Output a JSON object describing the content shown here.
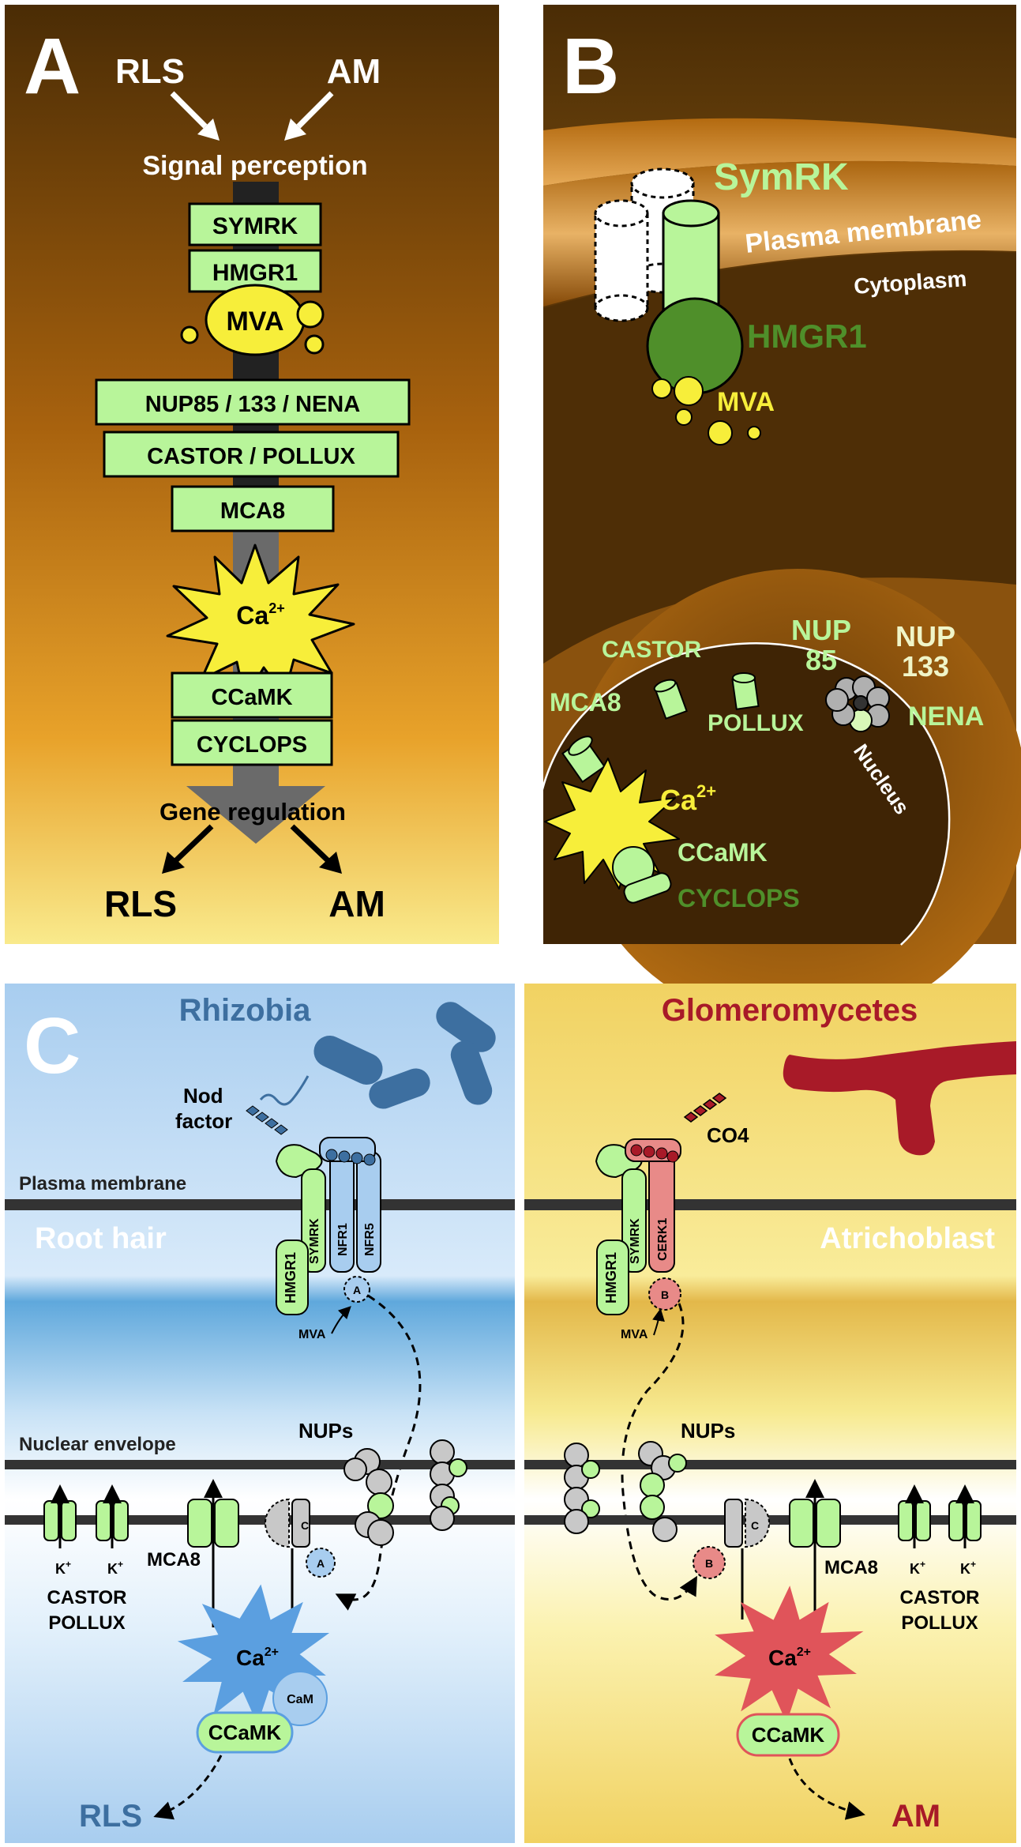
{
  "panelA": {
    "letter": "A",
    "input_left": "RLS",
    "input_right": "AM",
    "perception": "Signal perception",
    "boxes": [
      "SYMRK",
      "HMGR1"
    ],
    "mva": "MVA",
    "boxes2": [
      "NUP85 / 133 / NENA",
      "CASTOR / POLLUX",
      "MCA8"
    ],
    "ca": "Ca",
    "ca_sup": "2+",
    "boxes3": [
      "CCaMK",
      "CYCLOPS"
    ],
    "gene": "Gene regulation",
    "out_left": "RLS",
    "out_right": "AM"
  },
  "panelB": {
    "letter": "B",
    "symrk": "SymRK",
    "plasma": "Plasma membrane",
    "cytoplasm": "Cytoplasm",
    "hmgr1": "HMGR1",
    "mva": "MVA",
    "castor": "CASTOR",
    "nup85_a": "NUP",
    "nup85_b": "85",
    "nup133_a": "NUP",
    "nup133_b": "133",
    "mca8": "MCA8",
    "pollux": "POLLUX",
    "nena": "NENA",
    "nucleus": "Nucleus",
    "ca": "Ca",
    "ca_sup": "2+",
    "ccamk": "CCaMK",
    "cyclops": "CYCLOPS"
  },
  "panelC": {
    "letter": "C",
    "left": {
      "title": "Rhizobia",
      "nod1": "Nod",
      "nod2": "factor",
      "plasma": "Plasma membrane",
      "root": "Root hair",
      "hmgr1": "HMGR1",
      "symrk": "SYMRK",
      "nfr1": "NFR1",
      "nfr5": "NFR5",
      "a": "A",
      "mva": "MVA",
      "nuclear": "Nuclear envelope",
      "nups": "NUPs",
      "c": "C",
      "a2": "A",
      "mca8": "MCA8",
      "k1": "K",
      "k2": "K",
      "kplus": "+",
      "castor": "CASTOR",
      "pollux": "POLLUX",
      "ca": "Ca",
      "ca_sup": "2+",
      "cam": "CaM",
      "ccamk": "CCaMK",
      "out": "RLS"
    },
    "right": {
      "title": "Glomeromycetes",
      "co4": "CO4",
      "atricho": "Atrichoblast",
      "hmgr1": "HMGR1",
      "symrk": "SYMRK",
      "cerk1": "CERK1",
      "b": "B",
      "mva": "MVA",
      "nups": "NUPs",
      "c": "C",
      "b2": "B",
      "mca8": "MCA8",
      "k1": "K",
      "k2": "K",
      "kplus": "+",
      "castor": "CASTOR",
      "pollux": "POLLUX",
      "ca": "Ca",
      "ca_sup": "2+",
      "ccamk": "CCaMK",
      "out": "AM"
    }
  },
  "colors": {
    "green": "#b8f59a",
    "yellow": "#f7ee3a",
    "blue_text": "#3d6fa0",
    "red_text": "#a81a28"
  }
}
